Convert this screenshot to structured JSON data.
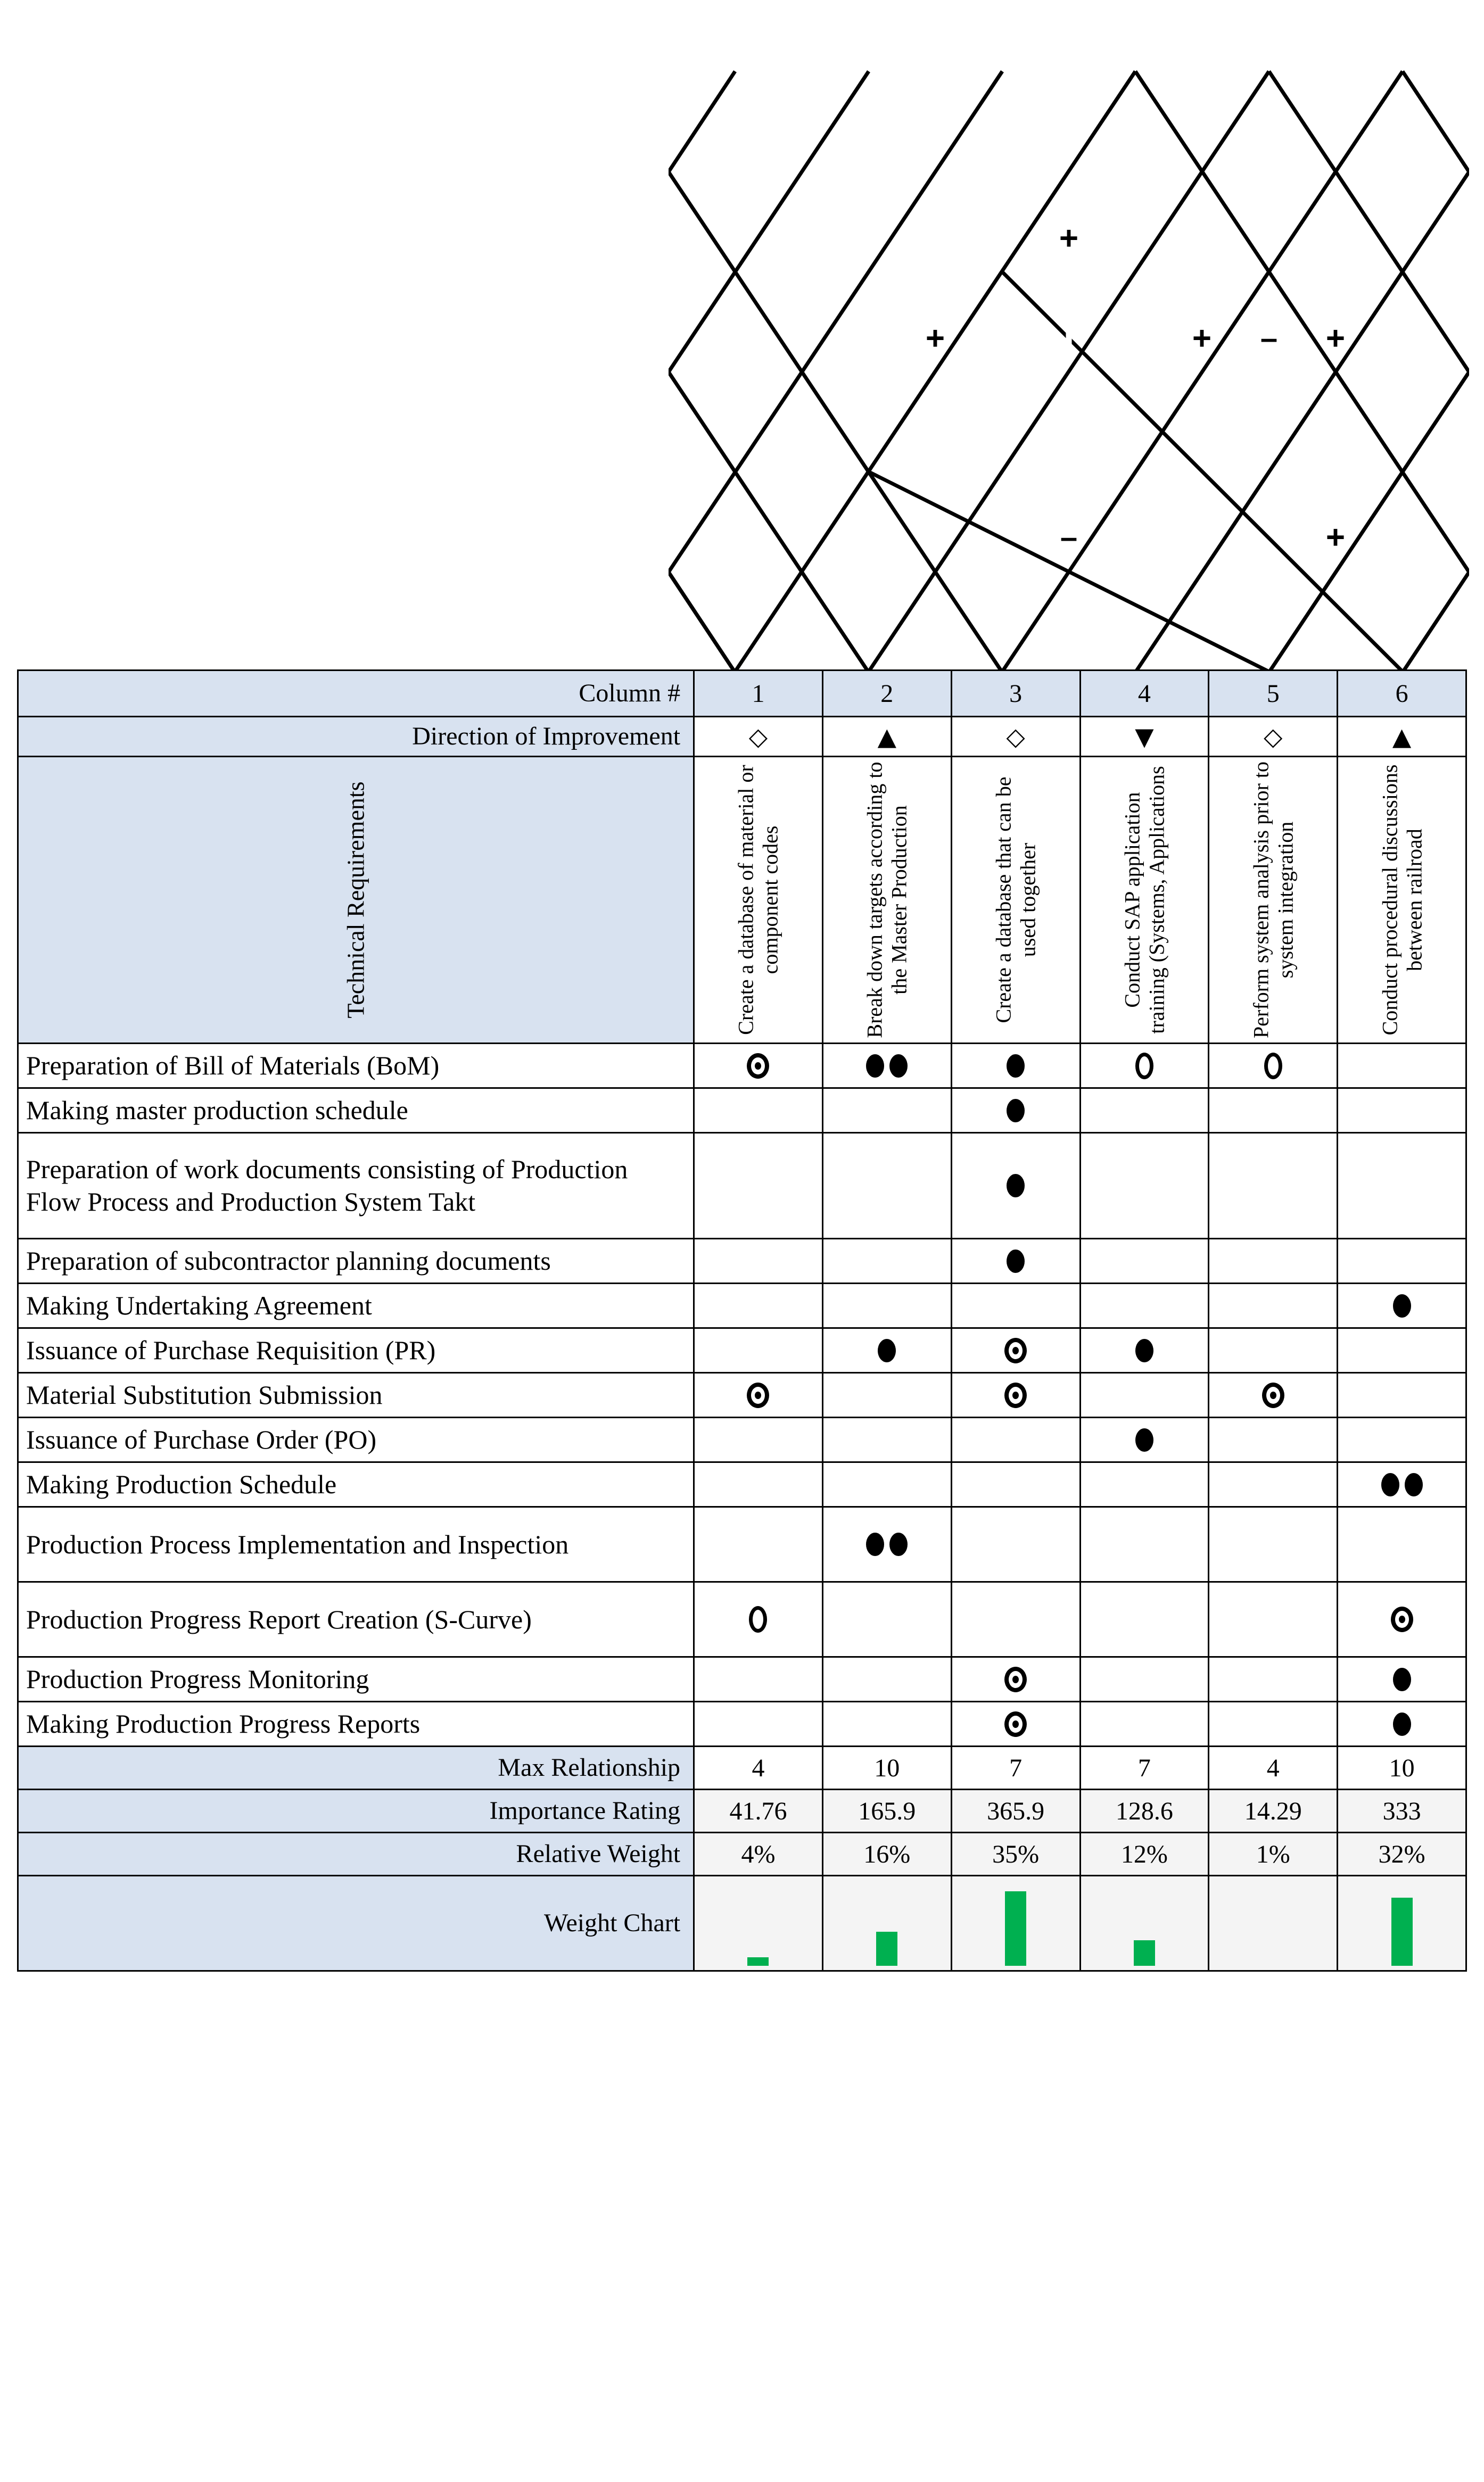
{
  "colors": {
    "header_blue": "#d8e2f0",
    "bar_green": "#00b050",
    "shade_gray": "#f4f4f4",
    "line_black": "#000000"
  },
  "labels": {
    "column_number": "Column #",
    "direction_of_improvement": "Direction of Improvement",
    "technical_requirements": "Technical Requirements",
    "max_relationship": "Max Relationship",
    "importance_rating": "Importance Rating",
    "relative_weight": "Relative Weight",
    "weight_chart": "Weight Chart"
  },
  "columns": [
    {
      "number": "1",
      "direction_symbol": "◇",
      "direction_name": "diamond-target",
      "title": "Create a database of material or component codes",
      "max_relationship": "4",
      "importance_rating": "41.76",
      "relative_weight": "4%",
      "bar_pct": 4
    },
    {
      "number": "2",
      "direction_symbol": "▲",
      "direction_name": "up-triangle-maximize",
      "title": "Break down targets according to the Master Production",
      "max_relationship": "10",
      "importance_rating": "165.9",
      "relative_weight": "16%",
      "bar_pct": 16
    },
    {
      "number": "3",
      "direction_symbol": "◇",
      "direction_name": "diamond-target",
      "title": "Create a database that can be used together",
      "max_relationship": "7",
      "importance_rating": "365.9",
      "relative_weight": "35%",
      "bar_pct": 35
    },
    {
      "number": "4",
      "direction_symbol": "▼",
      "direction_name": "down-triangle-minimize",
      "title": "Conduct SAP application training (Systems, Applications",
      "max_relationship": "7",
      "importance_rating": "128.6",
      "relative_weight": "12%",
      "bar_pct": 12
    },
    {
      "number": "5",
      "direction_symbol": "◇",
      "direction_name": "diamond-target",
      "title": "Perform system analysis prior to system integration",
      "max_relationship": "4",
      "importance_rating": "14.29",
      "relative_weight": "1%",
      "bar_pct": 1
    },
    {
      "number": "6",
      "direction_symbol": "▲",
      "direction_name": "up-triangle-maximize",
      "title": "Conduct procedural discussions between railroad",
      "max_relationship": "10",
      "importance_rating": "333",
      "relative_weight": "32%",
      "bar_pct": 32
    }
  ],
  "rows": [
    {
      "label": "Preparation of Bill of Materials (BoM)",
      "cells": [
        "bullseye",
        "filled2",
        "filled",
        "hollow",
        "hollow",
        ""
      ]
    },
    {
      "label": "Making master production schedule",
      "cells": [
        "",
        "",
        "filled",
        "",
        "",
        ""
      ]
    },
    {
      "label": "Preparation of work documents consisting of Production Flow Process and Production System Takt",
      "cells": [
        "",
        "",
        "filled",
        "",
        "",
        ""
      ]
    },
    {
      "label": "Preparation of subcontractor planning documents",
      "cells": [
        "",
        "",
        "filled",
        "",
        "",
        ""
      ]
    },
    {
      "label": "Making Undertaking Agreement",
      "cells": [
        "",
        "",
        "",
        "",
        "",
        "filled"
      ]
    },
    {
      "label": "Issuance of Purchase Requisition (PR)",
      "cells": [
        "",
        "filled",
        "bullseye",
        "filled",
        "",
        ""
      ]
    },
    {
      "label": "Material Substitution Submission",
      "cells": [
        "bullseye",
        "",
        "bullseye",
        "",
        "bullseye",
        ""
      ]
    },
    {
      "label": "Issuance of Purchase Order (PO)",
      "cells": [
        "",
        "",
        "",
        "filled",
        "",
        ""
      ]
    },
    {
      "label": "Making Production Schedule",
      "cells": [
        "",
        "",
        "",
        "",
        "",
        "filled2"
      ]
    },
    {
      "label": "Production Process Implementation and Inspection",
      "cells": [
        "",
        "filled2",
        "",
        "",
        "",
        ""
      ]
    },
    {
      "label": "Production Progress Report Creation (S-Curve)",
      "cells": [
        "hollow",
        "",
        "",
        "",
        "",
        "bullseye"
      ]
    },
    {
      "label": "Production Progress Monitoring",
      "cells": [
        "",
        "",
        "bullseye",
        "",
        "",
        "filled"
      ]
    },
    {
      "label": "Making Production Progress Reports",
      "cells": [
        "",
        "",
        "bullseye",
        "",
        "",
        "filled"
      ]
    }
  ],
  "roof": {
    "correlations": [
      {
        "col_a": 1,
        "col_b": 2,
        "symbol": "+"
      },
      {
        "col_a": 2,
        "col_b": 3,
        "symbol": "+"
      },
      {
        "col_a": 3,
        "col_b": 4,
        "symbol": "-"
      },
      {
        "col_a": 4,
        "col_b": 5,
        "symbol": "+"
      },
      {
        "col_a": 5,
        "col_b": 6,
        "symbol": "+"
      },
      {
        "col_a": 2,
        "col_b": 4,
        "symbol": "+"
      },
      {
        "col_a": 4,
        "col_b": 6,
        "symbol": "-"
      },
      {
        "col_a": 3,
        "col_b": 6,
        "symbol": "+"
      }
    ]
  }
}
